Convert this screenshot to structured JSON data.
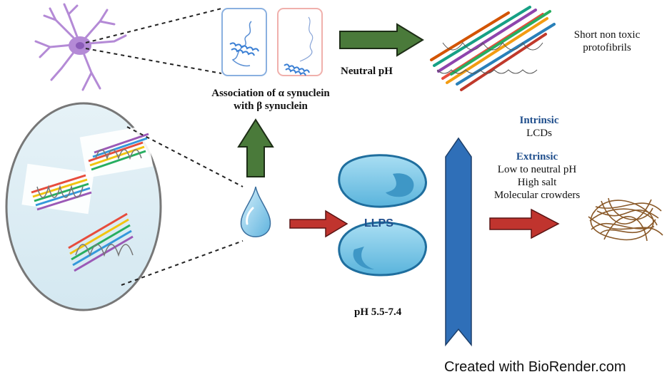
{
  "labels": {
    "association_line1": "Association of α synuclein",
    "association_line2": "with β synuclein",
    "neutral_ph": "Neutral pH",
    "protofibrils_line1": "Short non toxic",
    "protofibrils_line2": "protofibrils",
    "intrinsic_title": "Intrinsic",
    "intrinsic_item": "LCDs",
    "extrinsic_title": "Extrinsic",
    "extrinsic_items": [
      "Low to neutral pH",
      "High salt",
      "Molecular crowders"
    ],
    "llps": "LLPS",
    "ph_range": "pH 5.5-7.4",
    "credit": "Created with BioRender.com"
  },
  "colors": {
    "green_arrow": "#4a7a3a",
    "red_arrow": "#c0342e",
    "blue_arrow": "#2f6fb8",
    "droplet": "#7fc6e8",
    "condensate": "#5fb8dc",
    "neuron": "#b48ad6",
    "fibril_tangle": "#8a5a2a",
    "text_blue": "#1f4e8c"
  },
  "icons": [
    "neuron-icon",
    "droplet-icon",
    "condensate-icon",
    "fibril-tangle-icon",
    "protofibril-icon"
  ]
}
